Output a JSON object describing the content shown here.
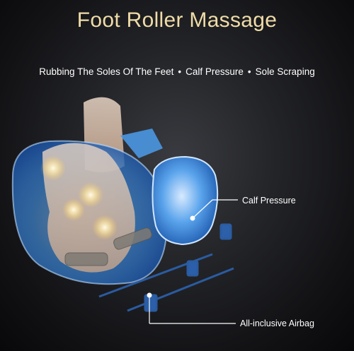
{
  "title": "Foot Roller Massage",
  "features": {
    "item1": "Rubbing The Soles Of The Feet",
    "item2": "Calf Pressure",
    "item3": "Sole Scraping",
    "separator": "•"
  },
  "callouts": {
    "calf_pressure": "Calf Pressure",
    "airbag": "All-inclusive Airbag"
  },
  "colors": {
    "title": "#f0dca8",
    "airbag_blue": "#3c8fe0",
    "text": "#ffffff"
  }
}
